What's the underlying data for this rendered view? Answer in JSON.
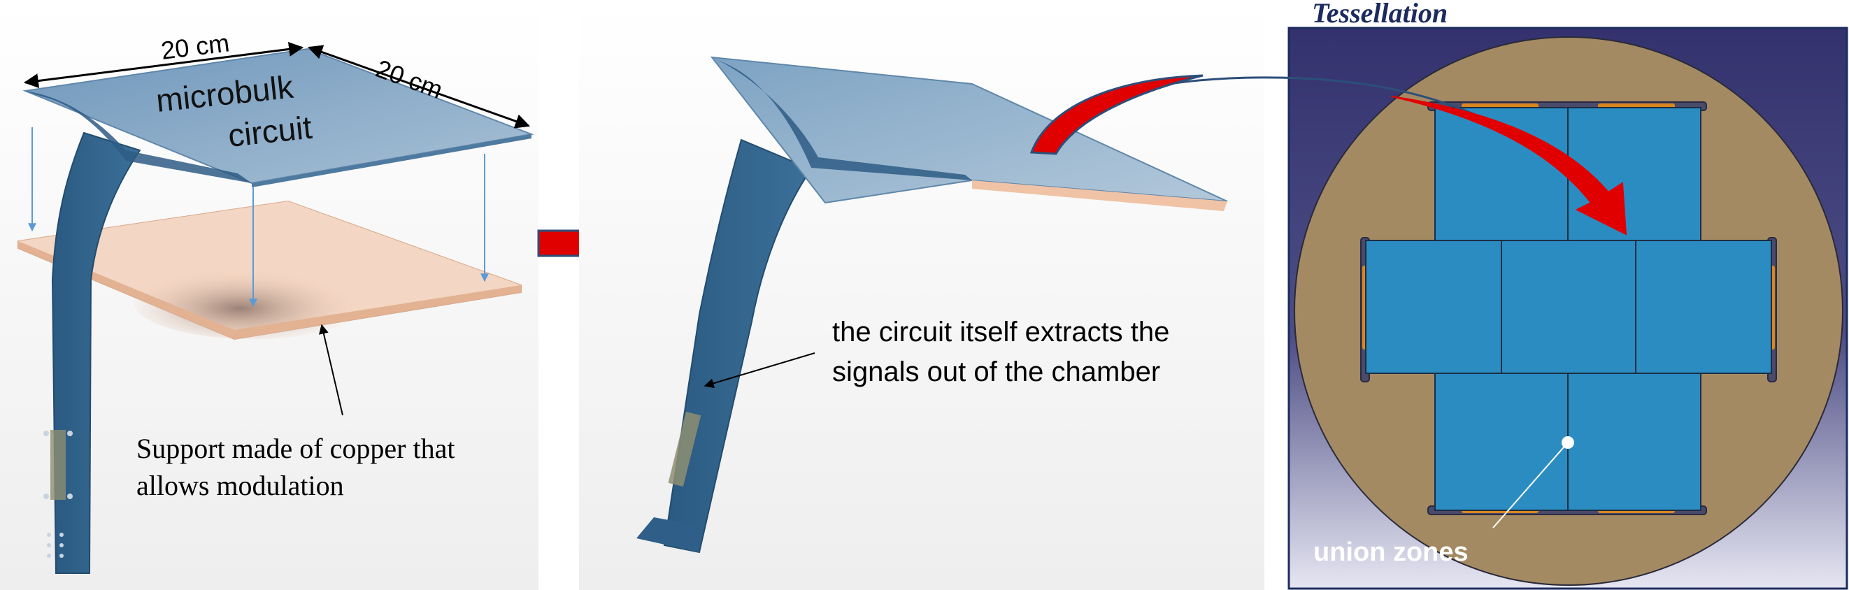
{
  "panel_left": {
    "dim_left": "20 cm",
    "dim_right": "20 cm",
    "circuit_label_line1": "microbulk",
    "circuit_label_line2": "circuit",
    "support_line1": "Support made of copper that",
    "support_line2": "allows modulation"
  },
  "panel_middle": {
    "signal_line1": "the circuit itself extracts the",
    "signal_line2": "signals out of the chamber"
  },
  "panel_right": {
    "title": "Tessellation",
    "union_label": "union zones"
  },
  "colors": {
    "circuit_blue": "#2f5f88",
    "copper": "#eec9b0",
    "arrow_red": "#e00000",
    "tile_blue": "#2b8cc2",
    "disk_tan": "#a48a62",
    "title_navy": "#1c2b5e"
  }
}
